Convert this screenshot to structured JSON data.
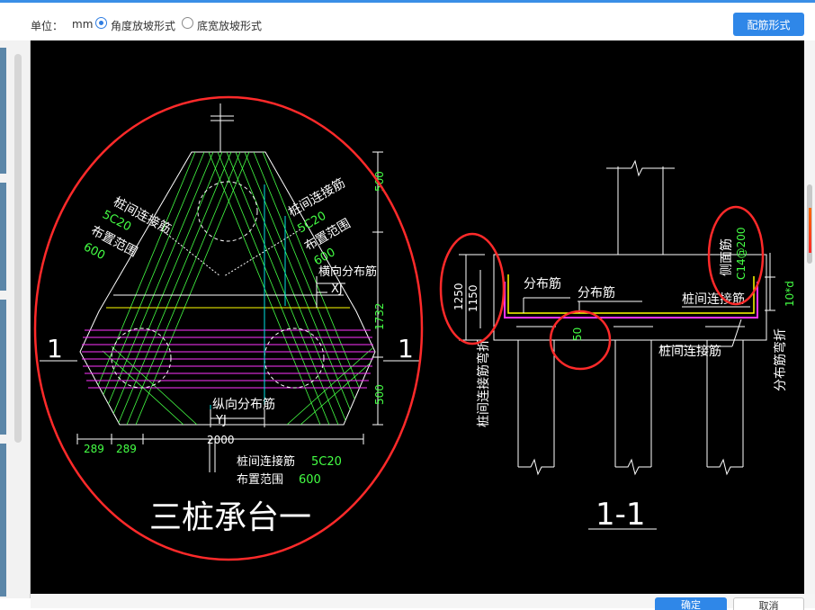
{
  "toolbar": {
    "unit_label": "单位：",
    "unit_value": "mm",
    "radio_angle": {
      "label": "角度放坡形式",
      "checked": true
    },
    "radio_width": {
      "label": "底宽放坡形式",
      "checked": false
    },
    "rebar_form_button": "配筋形式"
  },
  "plan": {
    "title": "三桩承台一",
    "section_mark_left": "1",
    "section_mark_right": "1",
    "label_pile_connect_left": "桩间连接筋",
    "label_rebar_left": "5C20",
    "label_range_left": "布置范围",
    "label_range_left_value": "600",
    "label_pile_connect_right": "桩间连接筋",
    "label_rebar_right": "5C20",
    "label_range_right": "布置范围",
    "label_range_right_value": "600",
    "label_transverse": "横向分布筋",
    "label_xj": "XJ",
    "label_longitudinal": "纵向分布筋",
    "label_yj": "YJ",
    "dim_500_top": "500",
    "dim_1732": "1732",
    "dim_500_bottom": "500",
    "dim_289_a": "289",
    "dim_289_b": "289",
    "dim_2000": "2000",
    "label_pile_connect_bottom": "桩间连接筋",
    "label_rebar_bottom": "5C20",
    "label_range_bottom": "布置范围",
    "label_range_bottom_value": "600"
  },
  "section": {
    "title": "1-1",
    "label_dist_1": "分布筋",
    "label_dist_2": "分布筋",
    "label_pile_connect_1": "桩间连接筋",
    "label_pile_connect_2": "桩间连接筋",
    "label_side_rebar": "侧面筋",
    "label_side_rebar_value": "C14@200",
    "dim_1250": "1250",
    "dim_1150": "1150",
    "dim_50": "50",
    "label_pile_bend": "桩间连接筋弯折",
    "label_dist_bend": "分布筋弯折",
    "label_10d": "10*d"
  },
  "footer": {
    "ok_button": "确定",
    "cancel_button": "取消"
  },
  "colors": {
    "canvas_bg": "#000000",
    "line_white": "#ffffff",
    "rebar_green": "#44ff44",
    "rebar_magenta": "#ff33ff",
    "rebar_yellow": "#ffff00",
    "dim_cyan": "#00e5e5",
    "annotation_red": "#ff2a2a",
    "accent_blue": "#2f87e8"
  }
}
